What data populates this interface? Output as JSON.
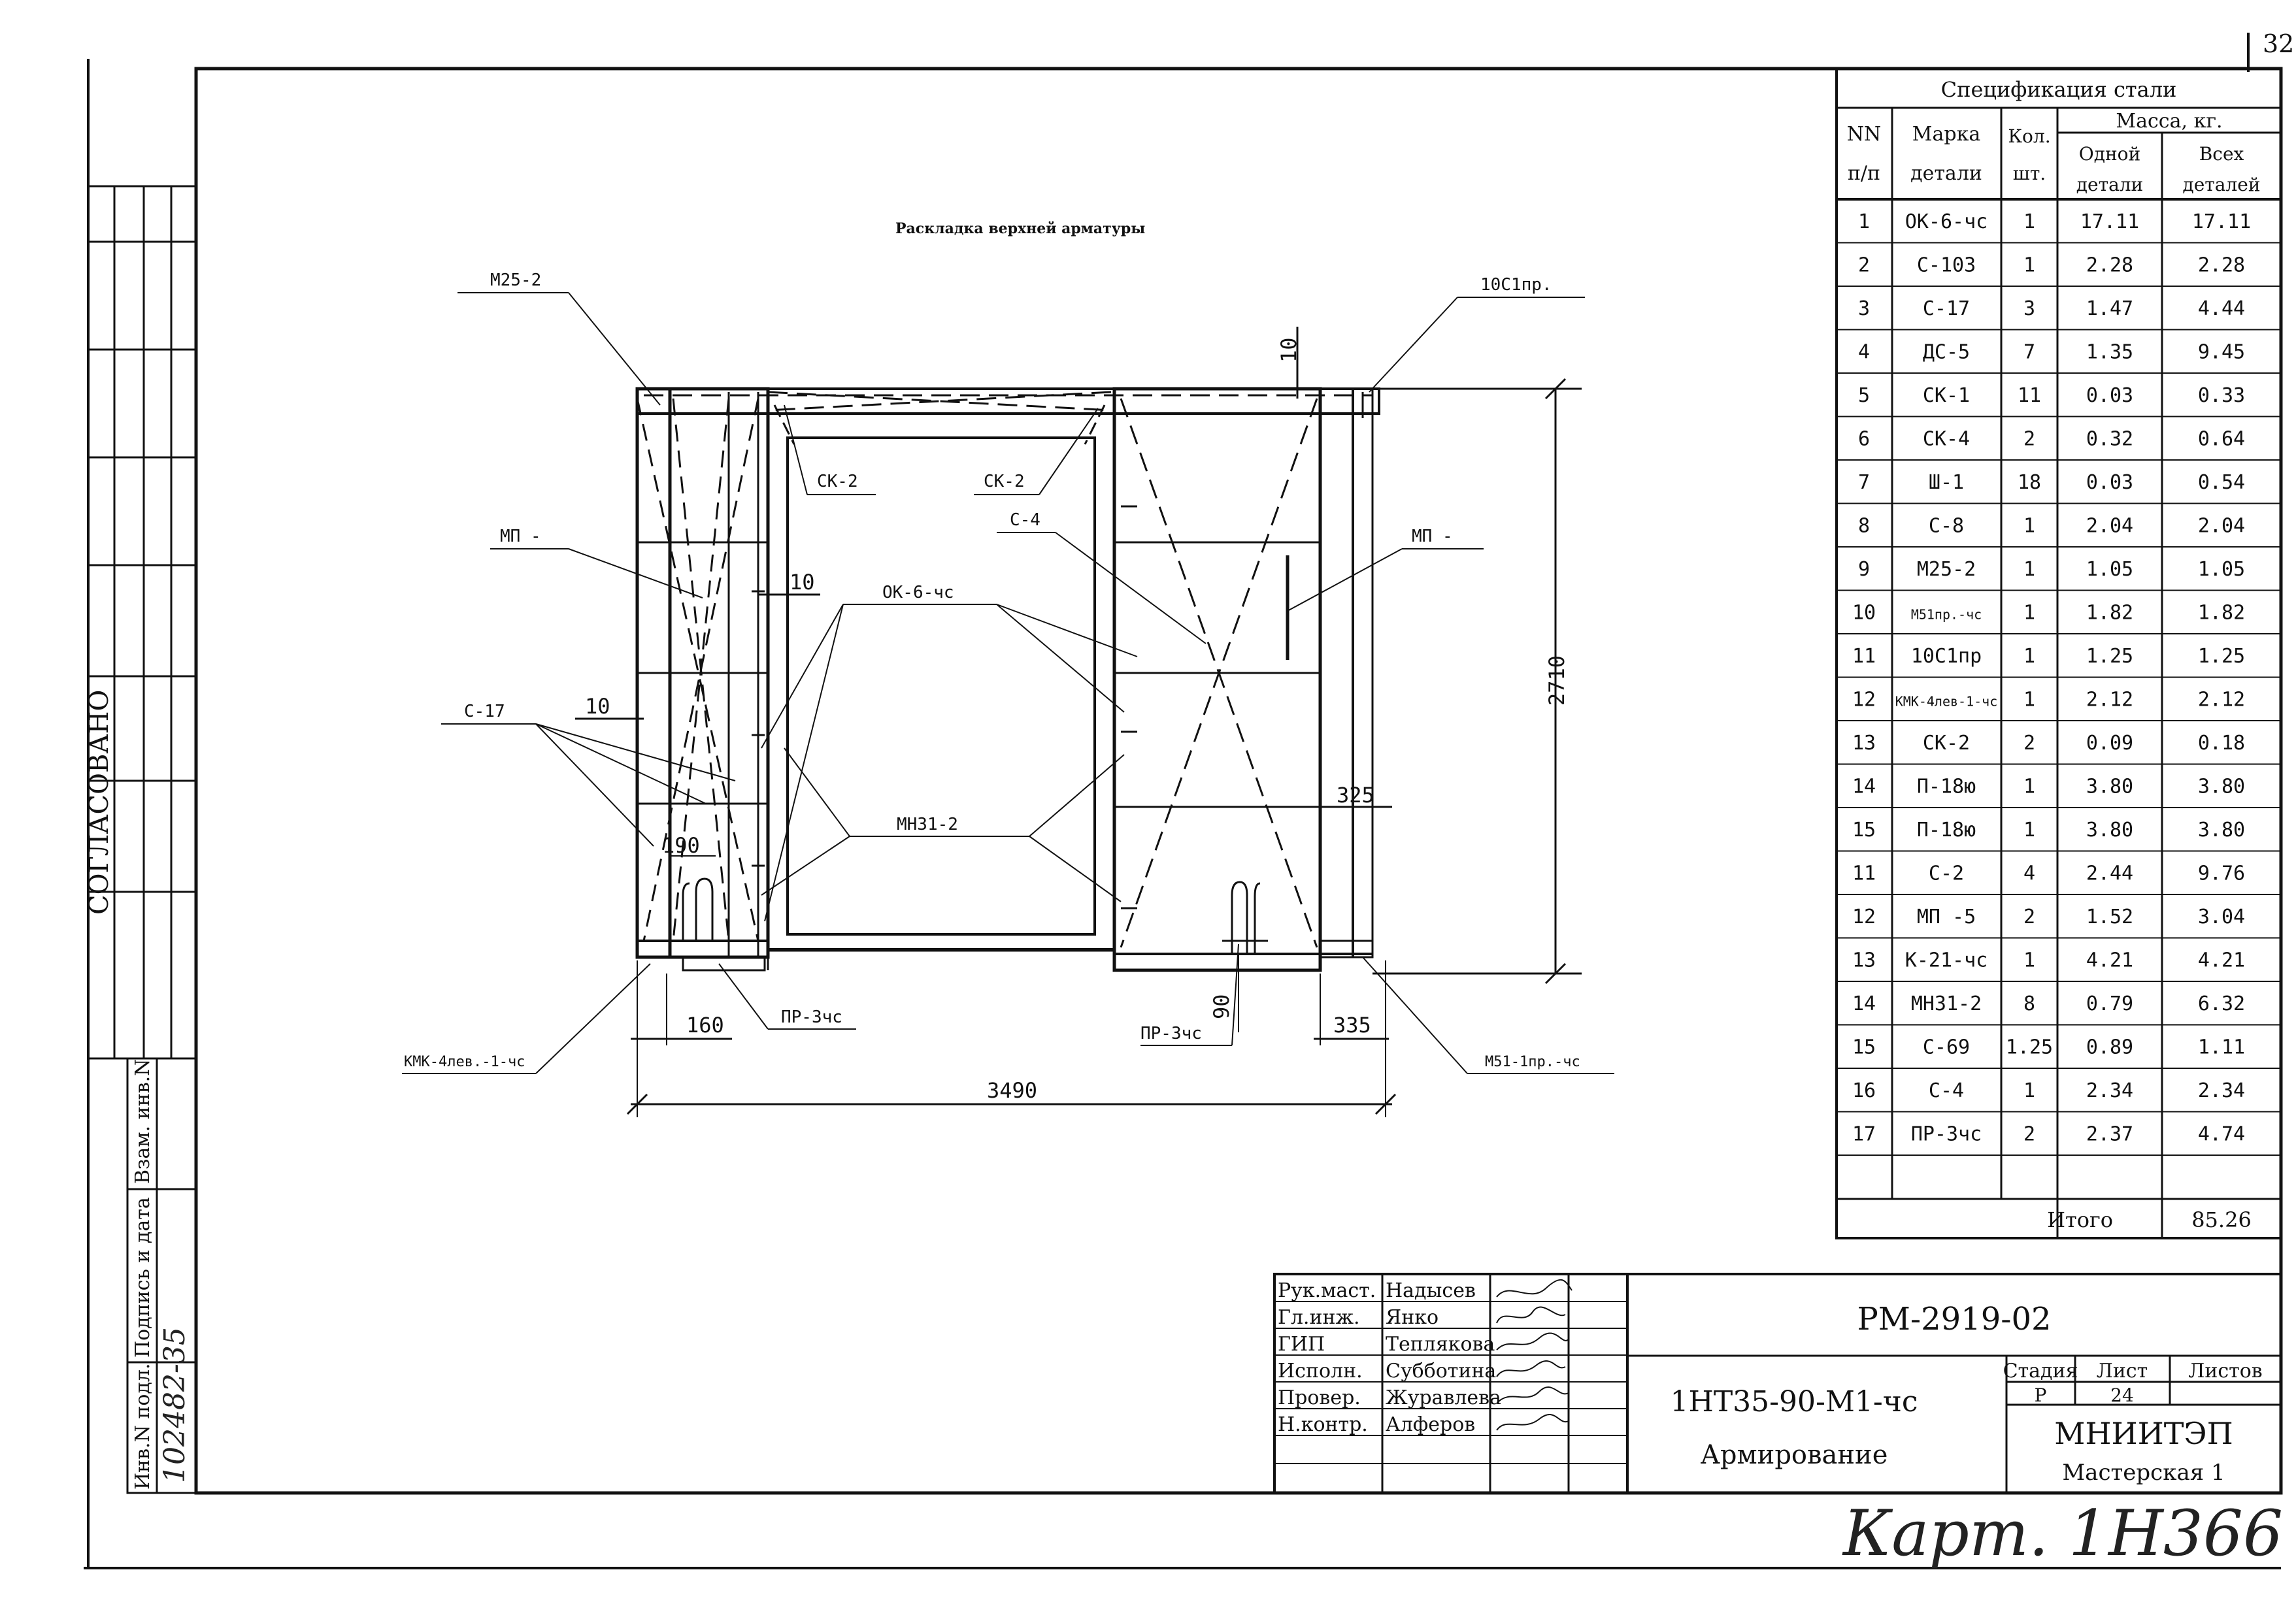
{
  "page_number": "32",
  "approved_label": "СОГЛАСОВАНО",
  "left_stamp": {
    "inv_orig": "Инв.N подл.",
    "sign_date": "Подпись и дата",
    "replaced_inv": "Взам. инв.N",
    "inv_number_hw": "102482-35"
  },
  "drawing_title": "Раскладка верхней арматуры",
  "labels": {
    "m25_2": "М25-2",
    "c10_pr": "10С1пр.",
    "ck2_a": "СК-2",
    "ck2_b": "СК-2",
    "c4": "С-4",
    "mp_left": "МП -",
    "mp_right": "МП -",
    "ok6": "ОК-6-чс",
    "c17": "С-17",
    "mn31": "МН31-2",
    "pr3_a": "ПР-3чс",
    "pr3_b": "ПР-3чс",
    "kmk": "КМК-4лев.-1-чс",
    "m51": "М51-1пр.-чс"
  },
  "dimensions": {
    "d10_top": "10",
    "d10_mid": "10",
    "d10_left": "10",
    "d190": "190",
    "d160": "160",
    "d90": "90",
    "d325": "325",
    "d335": "335",
    "d2710": "2710",
    "d3490": "3490"
  },
  "spec_table": {
    "title": "Спецификация стали",
    "headers": {
      "nn": "NN",
      "nn2": "п/п",
      "mark": "Марка",
      "mark2": "детали",
      "qty": "Кол.",
      "qty2": "шт.",
      "mass": "Масса, кг.",
      "one": "Одной",
      "one2": "детали",
      "all": "Всех",
      "all2": "деталей"
    },
    "rows": [
      [
        "1",
        "ОК-6-чс",
        "1",
        "17.11",
        "17.11"
      ],
      [
        "2",
        "С-103",
        "1",
        "2.28",
        "2.28"
      ],
      [
        "3",
        "С-17",
        "3",
        "1.47",
        "4.44"
      ],
      [
        "4",
        "ДС-5",
        "7",
        "1.35",
        "9.45"
      ],
      [
        "5",
        "СК-1",
        "11",
        "0.03",
        "0.33"
      ],
      [
        "6",
        "СК-4",
        "2",
        "0.32",
        "0.64"
      ],
      [
        "7",
        "Ш-1",
        "18",
        "0.03",
        "0.54"
      ],
      [
        "8",
        "С-8",
        "1",
        "2.04",
        "2.04"
      ],
      [
        "9",
        "М25-2",
        "1",
        "1.05",
        "1.05"
      ],
      [
        "10",
        "М51пр.-чс",
        "1",
        "1.82",
        "1.82"
      ],
      [
        "11",
        "10С1пр",
        "1",
        "1.25",
        "1.25"
      ],
      [
        "12",
        "КМК-4лев-1-чс",
        "1",
        "2.12",
        "2.12"
      ],
      [
        "13",
        "СК-2",
        "2",
        "0.09",
        "0.18"
      ],
      [
        "14",
        "П-18ю",
        "1",
        "3.80",
        "3.80"
      ],
      [
        "15",
        "П-18ю",
        "1",
        "3.80",
        "3.80"
      ],
      [
        "11",
        "С-2",
        "4",
        "2.44",
        "9.76"
      ],
      [
        "12",
        "МП -5",
        "2",
        "1.52",
        "3.04"
      ],
      [
        "13",
        "К-21-чс",
        "1",
        "4.21",
        "4.21"
      ],
      [
        "14",
        "МН31-2",
        "8",
        "0.79",
        "6.32"
      ],
      [
        "15",
        "С-69",
        "1.25",
        "0.89",
        "1.11"
      ],
      [
        "16",
        "С-4",
        "1",
        "2.34",
        "2.34"
      ],
      [
        "17",
        "ПР-3чс",
        "2",
        "2.37",
        "4.74"
      ],
      [
        "",
        "",
        "",
        "",
        ""
      ]
    ],
    "total_label": "Итого",
    "total_value": "85.26"
  },
  "title_block": {
    "roles": [
      {
        "role": "Рук.маст.",
        "name": "Надысев"
      },
      {
        "role": "Гл.инж.",
        "name": "Янко"
      },
      {
        "role": "ГИП",
        "name": "Теплякова"
      },
      {
        "role": "Исполн.",
        "name": "Субботина"
      },
      {
        "role": "Провер.",
        "name": "Журавлева"
      },
      {
        "role": "Н.контр.",
        "name": "Алферов"
      }
    ],
    "doc_code": "РМ-2919-02",
    "object_code": "1НТ35-90-М1-чс",
    "sheet_name": "Армирование",
    "stage_label": "Стадия",
    "sheet_label": "Лист",
    "sheets_label": "Листов",
    "stage_value": "Р",
    "sheet_value": "24",
    "org": "МНИИТЭП",
    "workshop": "Мастерская 1"
  },
  "archive_note": "Карт. 1Н366"
}
